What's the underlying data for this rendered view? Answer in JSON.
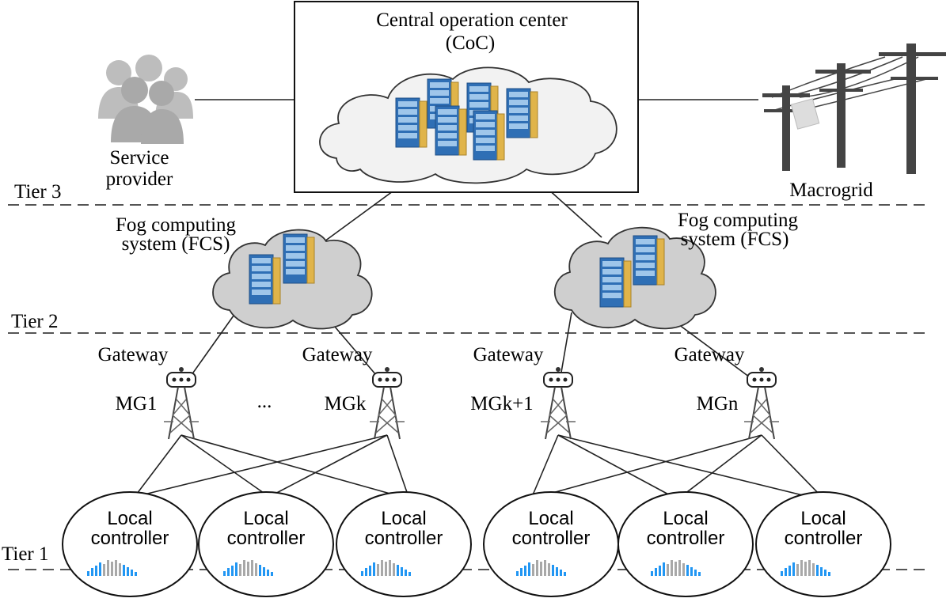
{
  "coc": {
    "title": "Central operation center",
    "abbrev": "(CoC)"
  },
  "service_provider": {
    "line1": "Service",
    "line2": "provider"
  },
  "macrogrid": {
    "label": "Macrogrid"
  },
  "fcs": {
    "line1": "Fog computing",
    "line2": "system (FCS)"
  },
  "tiers": {
    "tier1": "Tier 1",
    "tier2": "Tier 2",
    "tier3": "Tier 3"
  },
  "gateways": [
    {
      "label": "Gateway",
      "mg": "MG1"
    },
    {
      "label": "Gateway",
      "mg": "MGk"
    },
    {
      "label": "Gateway",
      "mg": "MGk+1"
    },
    {
      "label": "Gateway",
      "mg": "MGn"
    }
  ],
  "ellipsis": "...",
  "local_controller": {
    "line1": "Local",
    "line2": "controller"
  },
  "colors": {
    "server_blue": "#2f6fb5",
    "server_light": "#9fc6ea",
    "server_gold": "#e0b44a",
    "cloud_fill": "#cfcfcf",
    "cloud_light": "#f2f2f2",
    "bar_blue": "#2196f3",
    "bar_gray": "#a8a8a8"
  }
}
